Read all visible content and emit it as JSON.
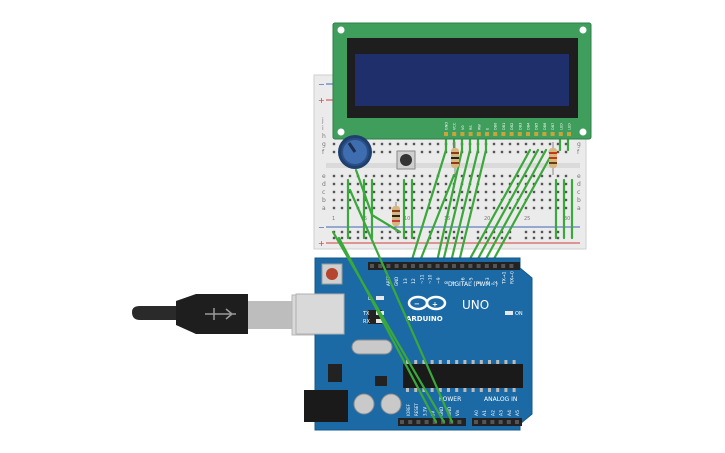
{
  "board": {
    "brand": "ARDUINO",
    "model": "UNO",
    "digital_label": "DIGITAL (PWM~)",
    "power_label": "POWER",
    "analog_label": "ANALOG IN",
    "on_label": "ON",
    "l_label": "L",
    "tx_label": "TX",
    "rx_label": "RX",
    "aref_label": "AREF",
    "gnd_label": "GND",
    "digital_pins": [
      "13",
      "12",
      "~11",
      "~10",
      "~9",
      "8",
      "7",
      "~6",
      "~5",
      "4",
      "~3",
      "2",
      "TX→1",
      "RX←0"
    ],
    "power_pins": [
      "IOREF",
      "RESET",
      "3.3V",
      "5V",
      "GND",
      "GND",
      "Vin"
    ],
    "analog_pins": [
      "A0",
      "A1",
      "A2",
      "A3",
      "A4",
      "A5"
    ]
  },
  "breadboard": {
    "row_letters_top": [
      "j",
      "i",
      "h",
      "g",
      "f"
    ],
    "row_letters_bottom": [
      "e",
      "d",
      "c",
      "b",
      "a"
    ],
    "column_numbers": [
      "1",
      "5",
      "10",
      "15",
      "20",
      "25",
      "30"
    ]
  },
  "lcd": {
    "pin_labels": [
      "GND",
      "VCC",
      "V0",
      "RS",
      "RW",
      "E",
      "DB0",
      "DB1",
      "DB2",
      "DB3",
      "DB4",
      "DB5",
      "DB6",
      "DB7",
      "LED",
      "LED"
    ]
  },
  "colors": {
    "board_blue": "#1b6aa5",
    "wire_green": "#3aa83a",
    "lcd_green": "#3f9e5c",
    "lcd_screen": "#1f2f6b",
    "breadboard": "#ececec",
    "rail_red": "#d23c3c",
    "rail_blue": "#3c64b4"
  },
  "icons": [
    "usb-plug-icon",
    "arduino-infinity-logo-icon",
    "potentiometer-icon",
    "pushbutton-icon",
    "resistor-icon"
  ]
}
